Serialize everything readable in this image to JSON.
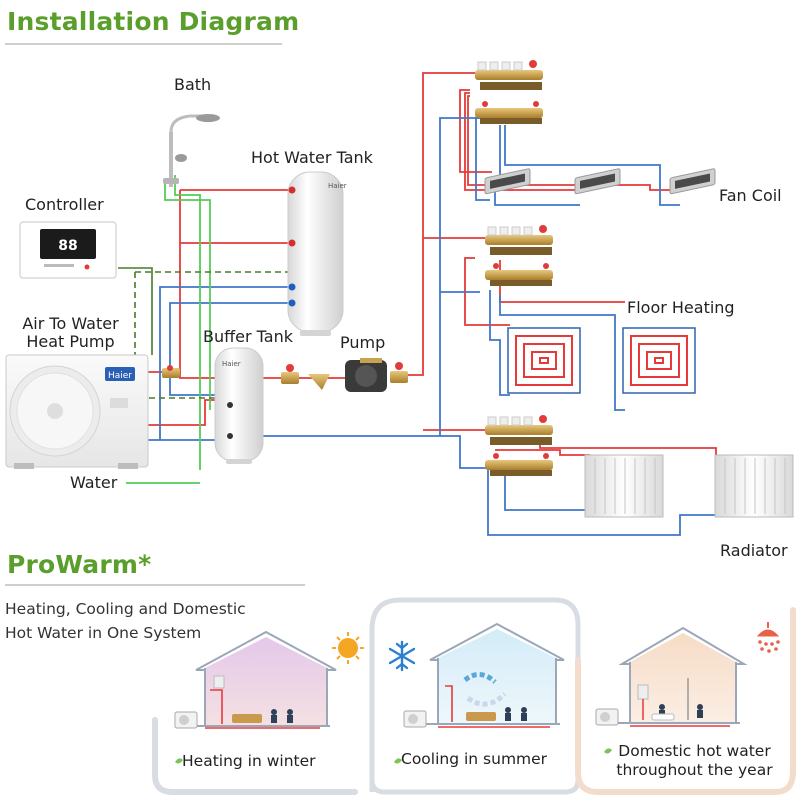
{
  "installation": {
    "title": "Installation Diagram",
    "labels": {
      "bath": "Bath",
      "hot_water_tank": "Hot Water Tank",
      "controller": "Controller",
      "heat_pump_line1": "Air To Water",
      "heat_pump_line2": "Heat Pump",
      "buffer_tank": "Buffer Tank",
      "pump": "Pump",
      "water": "Water",
      "fan_coil": "Fan Coil",
      "floor_heating": "Floor Heating",
      "radiator": "Radiator"
    },
    "brand": "Haier",
    "controller_display": "88",
    "colors": {
      "hot_pipe": "#e63a3a",
      "cold_pipe": "#3f78c9",
      "water_pipe": "#55cc55",
      "control_line": "#4a7a2a"
    }
  },
  "prowarm": {
    "title": "ProWarm*",
    "subtitle_line1": "Heating, Cooling and Domestic",
    "subtitle_line2": "Hot Water in One System",
    "panels": [
      {
        "caption": "Heating in winter",
        "icon": "sun-icon"
      },
      {
        "caption": "Cooling in summer",
        "icon": "snowflake-icon"
      },
      {
        "caption_line1": "Domestic hot water",
        "caption_line2": "throughout the year",
        "icon": "shower-icon"
      }
    ]
  }
}
